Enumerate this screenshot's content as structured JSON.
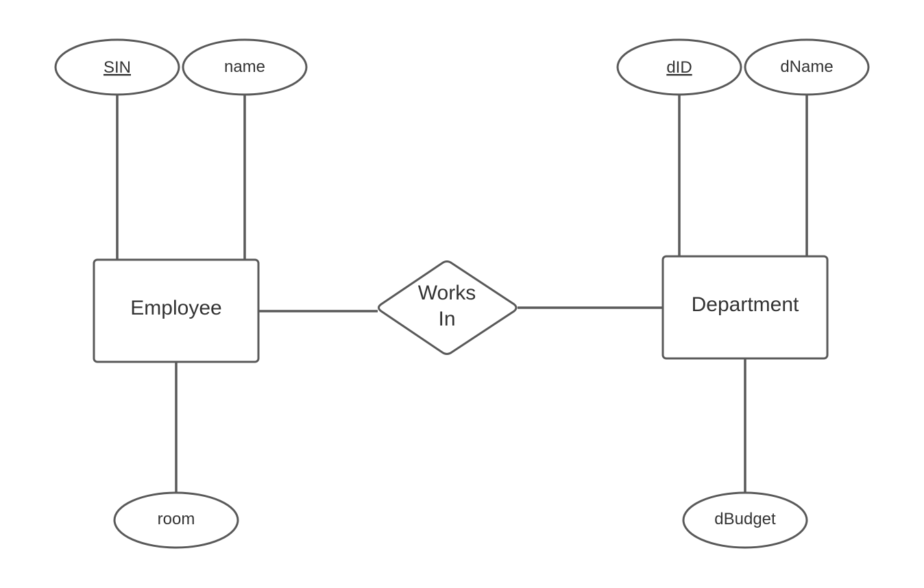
{
  "entities": {
    "employee": {
      "label": "Employee"
    },
    "department": {
      "label": "Department"
    }
  },
  "relationship": {
    "line1": "Works",
    "line2": "In"
  },
  "attributes": {
    "sin": {
      "label": "SIN",
      "key": true
    },
    "name": {
      "label": "name",
      "key": false
    },
    "room": {
      "label": "room",
      "key": false
    },
    "did": {
      "label": "dID",
      "key": true
    },
    "dname": {
      "label": "dName",
      "key": false
    },
    "dbudget": {
      "label": "dBudget",
      "key": false
    }
  },
  "colors": {
    "stroke": "#595959",
    "text": "#333333",
    "background": "#ffffff"
  }
}
